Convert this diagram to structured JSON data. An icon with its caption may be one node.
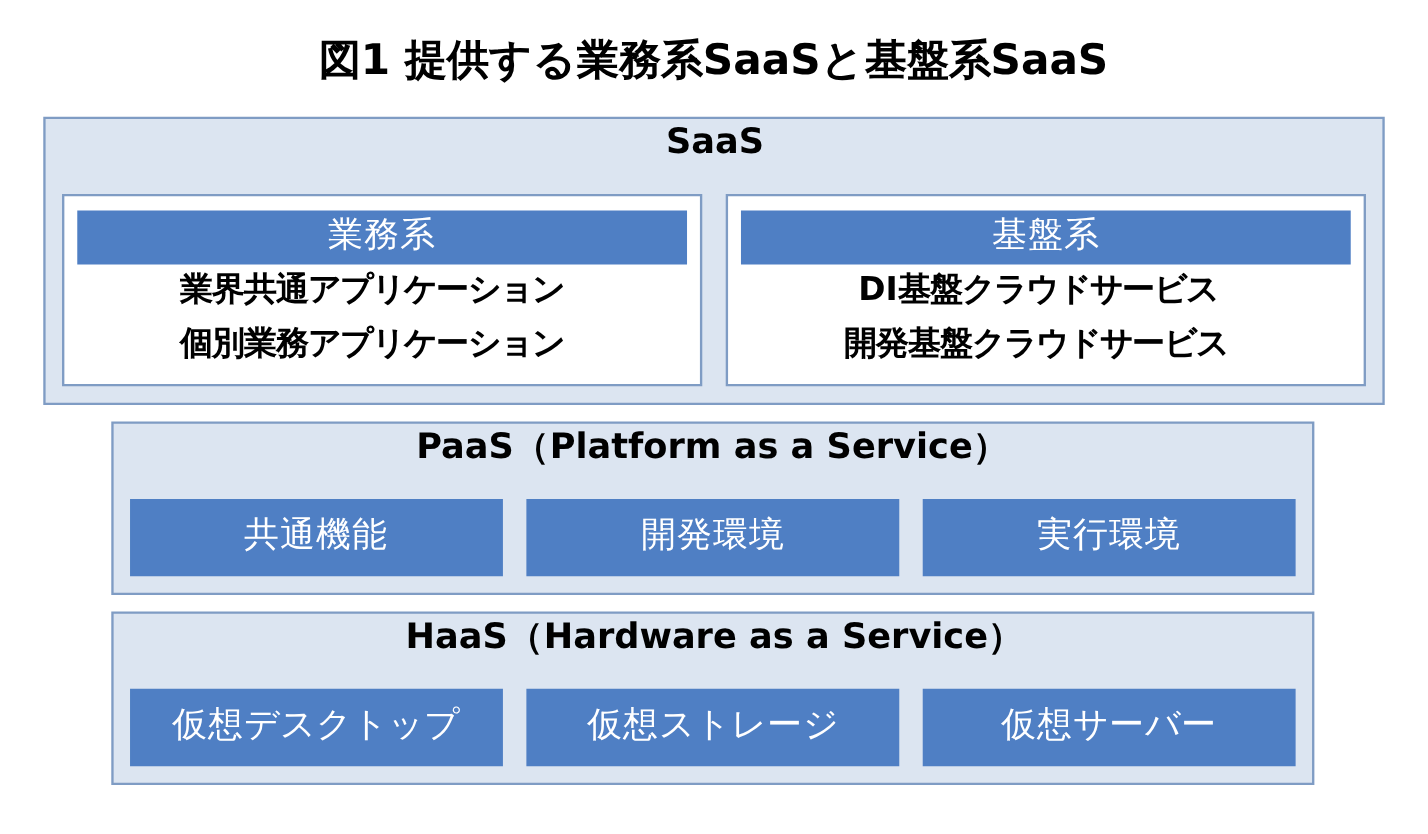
{
  "diagram": {
    "title": "図1 提供する業務系SaaSと基盤系SaaS",
    "nodes": [
      {
        "text": [
          "SaaS"
        ]
      },
      {
        "text": [
          "業務系",
          "業界共通アプリケーション",
          "個別業務アプリケーション"
        ],
        "in": 0
      },
      {
        "text": [
          "基盤系",
          "DI基盤クラウドサービス",
          "開発基盤クラウドサービス"
        ],
        "in": 0
      },
      {
        "text": [
          "PaaS（Platform as a Service）"
        ]
      },
      {
        "text": [
          "共通機能"
        ],
        "in": 3
      },
      {
        "text": [
          "開発環境"
        ],
        "in": 3
      },
      {
        "text": [
          "実行環境"
        ],
        "in": 3
      },
      {
        "text": [
          "HaaS（Hardware as a Service）"
        ]
      },
      {
        "text": [
          "仮想デスクトップ"
        ],
        "in": 7
      },
      {
        "text": [
          "仮想ストレージ"
        ],
        "in": 7
      },
      {
        "text": [
          "仮想サーバー"
        ],
        "in": 7
      }
    ],
    "edges": []
  }
}
